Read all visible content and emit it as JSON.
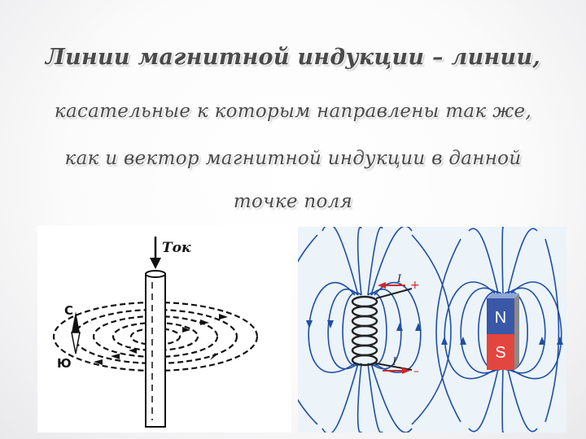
{
  "heading": {
    "line1": "Линии магнитной индукции – линии,",
    "line2": "касательные  к которым направлены так же,",
    "line3": "как  и вектор магнитной индукции в данной",
    "line4": "точке поля"
  },
  "wire_figure": {
    "current_label": "Ток",
    "north_label": "С",
    "south_label": "Ю"
  },
  "coil_figure": {
    "top_current_label": "I",
    "top_current_sign": "+",
    "bottom_current_label": "I",
    "bottom_current_sign": "–"
  },
  "magnet_figure": {
    "north_label": "N",
    "south_label": "S",
    "north_color": "#3a57a8",
    "south_color": "#e3463f"
  },
  "colors": {
    "field_line": "#1f4fa3",
    "text": "#4a4a4a",
    "coil_wire": "#222222",
    "current_arrow": "#d0282e"
  }
}
